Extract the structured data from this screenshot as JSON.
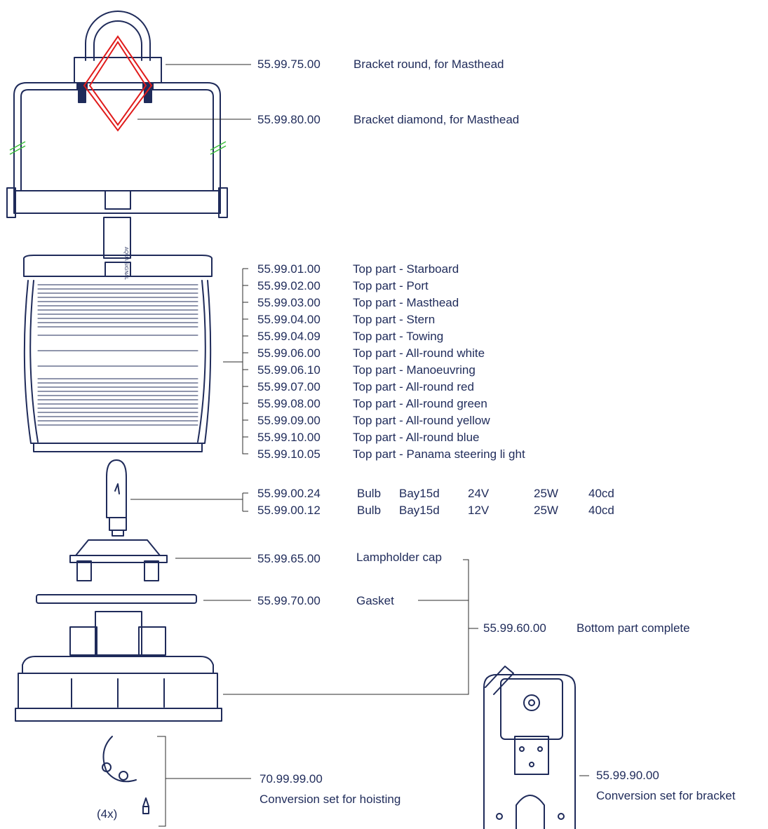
{
  "colors": {
    "ink": "#1f2b5a",
    "line": "#2b2b2b",
    "accent_red": "#e01b1b",
    "accent_green": "#3bbf3b"
  },
  "brand_mark": "AQUA SIGNAL",
  "bracket_round": {
    "code": "55.99.75.00",
    "desc": "Bracket round, for Masthead"
  },
  "bracket_diamond": {
    "code": "55.99.80.00",
    "desc": "Bracket diamond, for Masthead"
  },
  "top_parts": [
    {
      "code": "55.99.01.00",
      "desc": "Top part - Starboard"
    },
    {
      "code": "55.99.02.00",
      "desc": "Top part - Port"
    },
    {
      "code": "55.99.03.00",
      "desc": "Top part - Masthead"
    },
    {
      "code": "55.99.04.00",
      "desc": "Top part - Stern"
    },
    {
      "code": "55.99.04.09",
      "desc": "Top part - Towing"
    },
    {
      "code": "55.99.06.00",
      "desc": "Top part - All-round white"
    },
    {
      "code": "55.99.06.10",
      "desc": "Top part - Manoeuvring"
    },
    {
      "code": "55.99.07.00",
      "desc": "Top part - All-round red"
    },
    {
      "code": "55.99.08.00",
      "desc": "Top part - All-round green"
    },
    {
      "code": "55.99.09.00",
      "desc": "Top part - All-round yellow"
    },
    {
      "code": "55.99.10.00",
      "desc": "Top part - All-round blue"
    },
    {
      "code": "55.99.10.05",
      "desc": "Top part - Panama steering li ght"
    }
  ],
  "bulbs": [
    {
      "code": "55.99.00.24",
      "type": "Bulb",
      "base": "Bay15d",
      "voltage": "24V",
      "power": "25W",
      "intensity": "40cd"
    },
    {
      "code": "55.99.00.12",
      "type": "Bulb",
      "base": "Bay15d",
      "voltage": "12V",
      "power": "25W",
      "intensity": "40cd"
    }
  ],
  "lampholder_cap": {
    "code": "55.99.65.00",
    "desc": "Lampholder cap"
  },
  "gasket": {
    "code": "55.99.70.00",
    "desc": "Gasket"
  },
  "bottom_part": {
    "code": "55.99.60.00",
    "desc": "Bottom part complete"
  },
  "hoisting_set": {
    "code": "70.99.99.00",
    "desc": "Conversion set for hoisting",
    "screw_qty": "(4x)"
  },
  "bracket_set": {
    "code": "55.99.90.00",
    "desc": "Conversion set for bracket"
  }
}
